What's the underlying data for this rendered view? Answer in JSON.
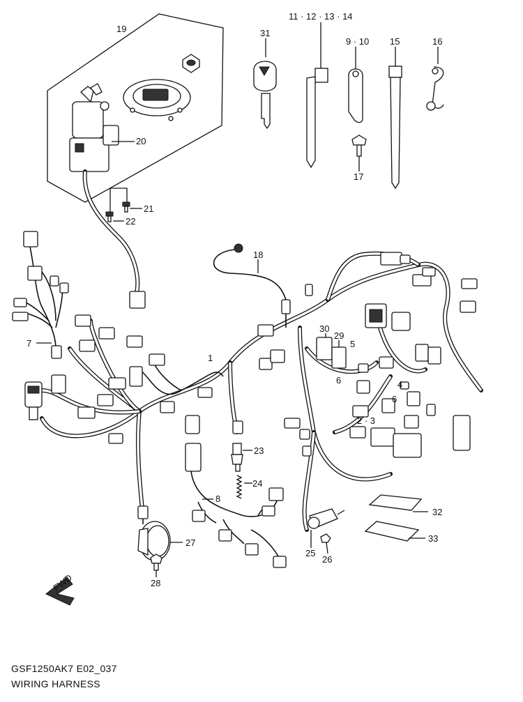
{
  "callouts": {
    "c1": "1",
    "c2_3": "2 · 3",
    "c4": "4",
    "c5": "5",
    "c6a": "6",
    "c6b": "6",
    "c7": "7",
    "c8": "8",
    "c9_10": "9 · 10",
    "c11_14": "11 · 12 · 13 · 14",
    "c15": "15",
    "c16": "16",
    "c17": "17",
    "c18": "18",
    "c19": "19",
    "c20": "20",
    "c21": "21",
    "c22": "22",
    "c23": "23",
    "c24": "24",
    "c25": "25",
    "c26": "26",
    "c27": "27",
    "c28": "28",
    "c29": "29",
    "c30": "30",
    "c31": "31",
    "c32": "32",
    "c33": "33"
  },
  "fwd_label": "FWD",
  "footer": {
    "code": "GSF1250AK7 E02_037",
    "title": "WIRING HARNESS"
  }
}
